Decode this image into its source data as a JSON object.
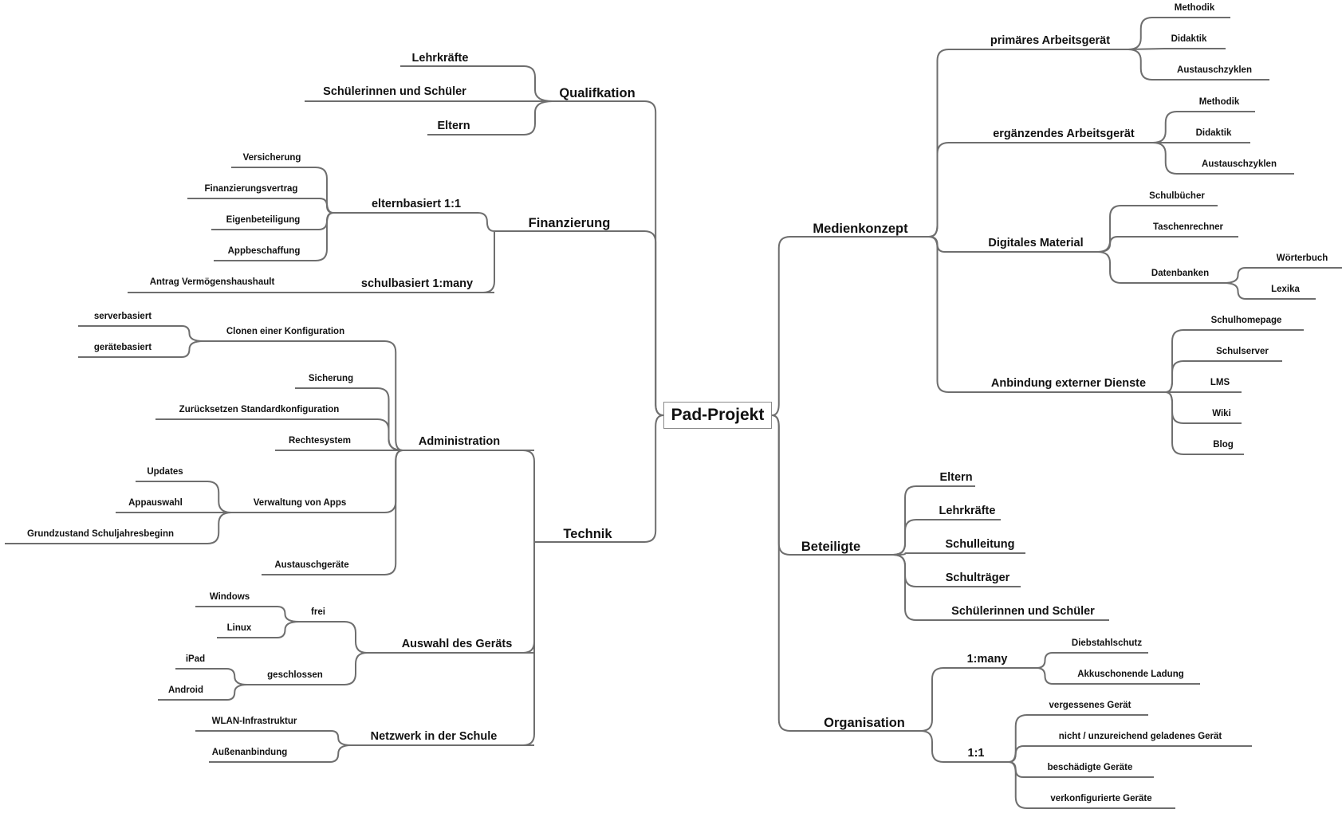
{
  "mindmap": {
    "root": "Pad-Projekt",
    "branches": [
      {
        "label": "Qualifkation",
        "children": [
          {
            "label": "Lehrkräfte"
          },
          {
            "label": "Schülerinnen und Schüler"
          },
          {
            "label": "Eltern"
          }
        ]
      },
      {
        "label": "Finanzierung",
        "children": [
          {
            "label": "elternbasiert 1:1",
            "children": [
              {
                "label": "Versicherung"
              },
              {
                "label": "Finanzierungsvertrag"
              },
              {
                "label": "Eigenbeteiligung"
              },
              {
                "label": "Appbeschaffung"
              }
            ]
          },
          {
            "label": "schulbasiert 1:many",
            "children": [
              {
                "label": "Antrag Vermögenshaushault"
              }
            ]
          }
        ]
      },
      {
        "label": "Technik",
        "children": [
          {
            "label": "Administration",
            "children": [
              {
                "label": "Clonen einer Konfiguration",
                "children": [
                  {
                    "label": "serverbasiert"
                  },
                  {
                    "label": "gerätebasiert"
                  }
                ]
              },
              {
                "label": "Sicherung"
              },
              {
                "label": "Zurücksetzen Standardkonfiguration"
              },
              {
                "label": "Rechtesystem"
              },
              {
                "label": "Verwaltung von Apps",
                "children": [
                  {
                    "label": "Updates"
                  },
                  {
                    "label": "Appauswahl"
                  },
                  {
                    "label": "Grundzustand Schuljahresbeginn"
                  }
                ]
              },
              {
                "label": "Austauschgeräte"
              }
            ]
          },
          {
            "label": "Auswahl des Geräts",
            "children": [
              {
                "label": "frei",
                "children": [
                  {
                    "label": "Windows"
                  },
                  {
                    "label": "Linux"
                  }
                ]
              },
              {
                "label": "geschlossen",
                "children": [
                  {
                    "label": "iPad"
                  },
                  {
                    "label": "Android"
                  }
                ]
              }
            ]
          },
          {
            "label": "Netzwerk in der Schule",
            "children": [
              {
                "label": "WLAN-Infrastruktur"
              },
              {
                "label": "Außenanbindung"
              }
            ]
          }
        ]
      },
      {
        "label": "Medienkonzept",
        "children": [
          {
            "label": "primäres Arbeitsgerät",
            "children": [
              {
                "label": "Methodik"
              },
              {
                "label": "Didaktik"
              },
              {
                "label": "Austauschzyklen"
              }
            ]
          },
          {
            "label": "ergänzendes Arbeitsgerät",
            "children": [
              {
                "label": "Methodik"
              },
              {
                "label": "Didaktik"
              },
              {
                "label": "Austauschzyklen"
              }
            ]
          },
          {
            "label": "Digitales Material",
            "children": [
              {
                "label": "Schulbücher"
              },
              {
                "label": "Taschenrechner"
              },
              {
                "label": "Datenbanken",
                "children": [
                  {
                    "label": "Wörterbuch"
                  },
                  {
                    "label": "Lexika"
                  }
                ]
              }
            ]
          },
          {
            "label": "Anbindung externer Dienste",
            "children": [
              {
                "label": "Schulhomepage"
              },
              {
                "label": "Schulserver"
              },
              {
                "label": "LMS"
              },
              {
                "label": "Wiki"
              },
              {
                "label": "Blog"
              }
            ]
          }
        ]
      },
      {
        "label": "Beteiligte",
        "children": [
          {
            "label": "Eltern"
          },
          {
            "label": "Lehrkräfte"
          },
          {
            "label": "Schulleitung"
          },
          {
            "label": "Schulträger"
          },
          {
            "label": "Schülerinnen und Schüler"
          }
        ]
      },
      {
        "label": "Organisation",
        "children": [
          {
            "label": "1:many",
            "children": [
              {
                "label": "Diebstahlschutz"
              },
              {
                "label": "Akkuschonende Ladung"
              }
            ]
          },
          {
            "label": "1:1",
            "children": [
              {
                "label": "vergessenes Gerät"
              },
              {
                "label": "nicht / unzureichend geladenes Gerät"
              },
              {
                "label": "beschädigte Geräte"
              },
              {
                "label": "verkonfigurierte Geräte"
              }
            ]
          }
        ]
      }
    ]
  },
  "colors": {
    "line": "#6e6e6e",
    "text": "#111111",
    "root_border": "#8a8a8a"
  }
}
